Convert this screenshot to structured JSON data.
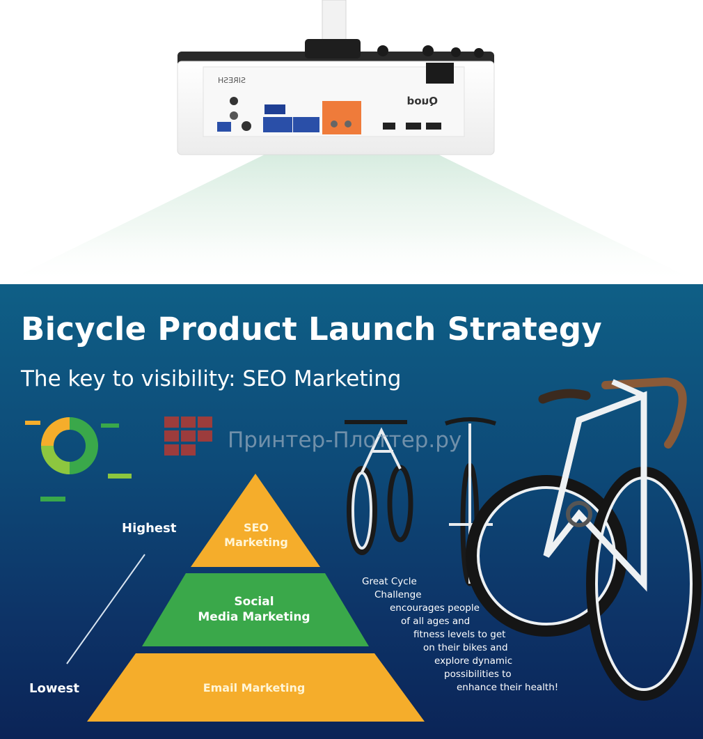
{
  "projector": {
    "brand_mark": "Quod",
    "model_mark": "SIRESH",
    "colors": {
      "body": "#f4f5f5",
      "top_plate": "#232323",
      "vga_ports": "#2a4fa8",
      "speaker_terminal": "#ef7b3a",
      "lens_glow": "#cfe8d9"
    }
  },
  "slide": {
    "title": "Bicycle Product Launch Strategy",
    "subtitle": "The key to visibility:  SEO Marketing",
    "watermark": "Принтер-Плоттер.ру",
    "pyramid": {
      "tiers": [
        {
          "label_line1": "SEO",
          "label_line2": "Marketing",
          "color": "#f5ad2b"
        },
        {
          "label_line1": "Social",
          "label_line2": "Media Marketing",
          "color": "#3aa84a"
        },
        {
          "label_line1": "Email Marketing",
          "label_line2": "",
          "color": "#f5ad2b"
        }
      ],
      "scale_high": "Highest",
      "scale_low": "Lowest"
    },
    "blurb_lines": [
      "Great Cycle",
      "Challenge",
      "encourages people",
      "of all ages and",
      "fitness levels to get",
      "on their bikes and",
      "explore dynamic",
      "possibilities to",
      "enhance their health!"
    ],
    "icons": [
      "cycle-ring-icon",
      "watermark-grid-logo",
      "bicycle-front-left",
      "bicycle-front-right",
      "bicycle-side"
    ],
    "colors": {
      "background_top": "#0f5f86",
      "background_bottom": "#0b2457",
      "accent_green": "#3aa84a",
      "accent_orange": "#f5ad2b",
      "watermark_red": "#b53a32"
    }
  }
}
